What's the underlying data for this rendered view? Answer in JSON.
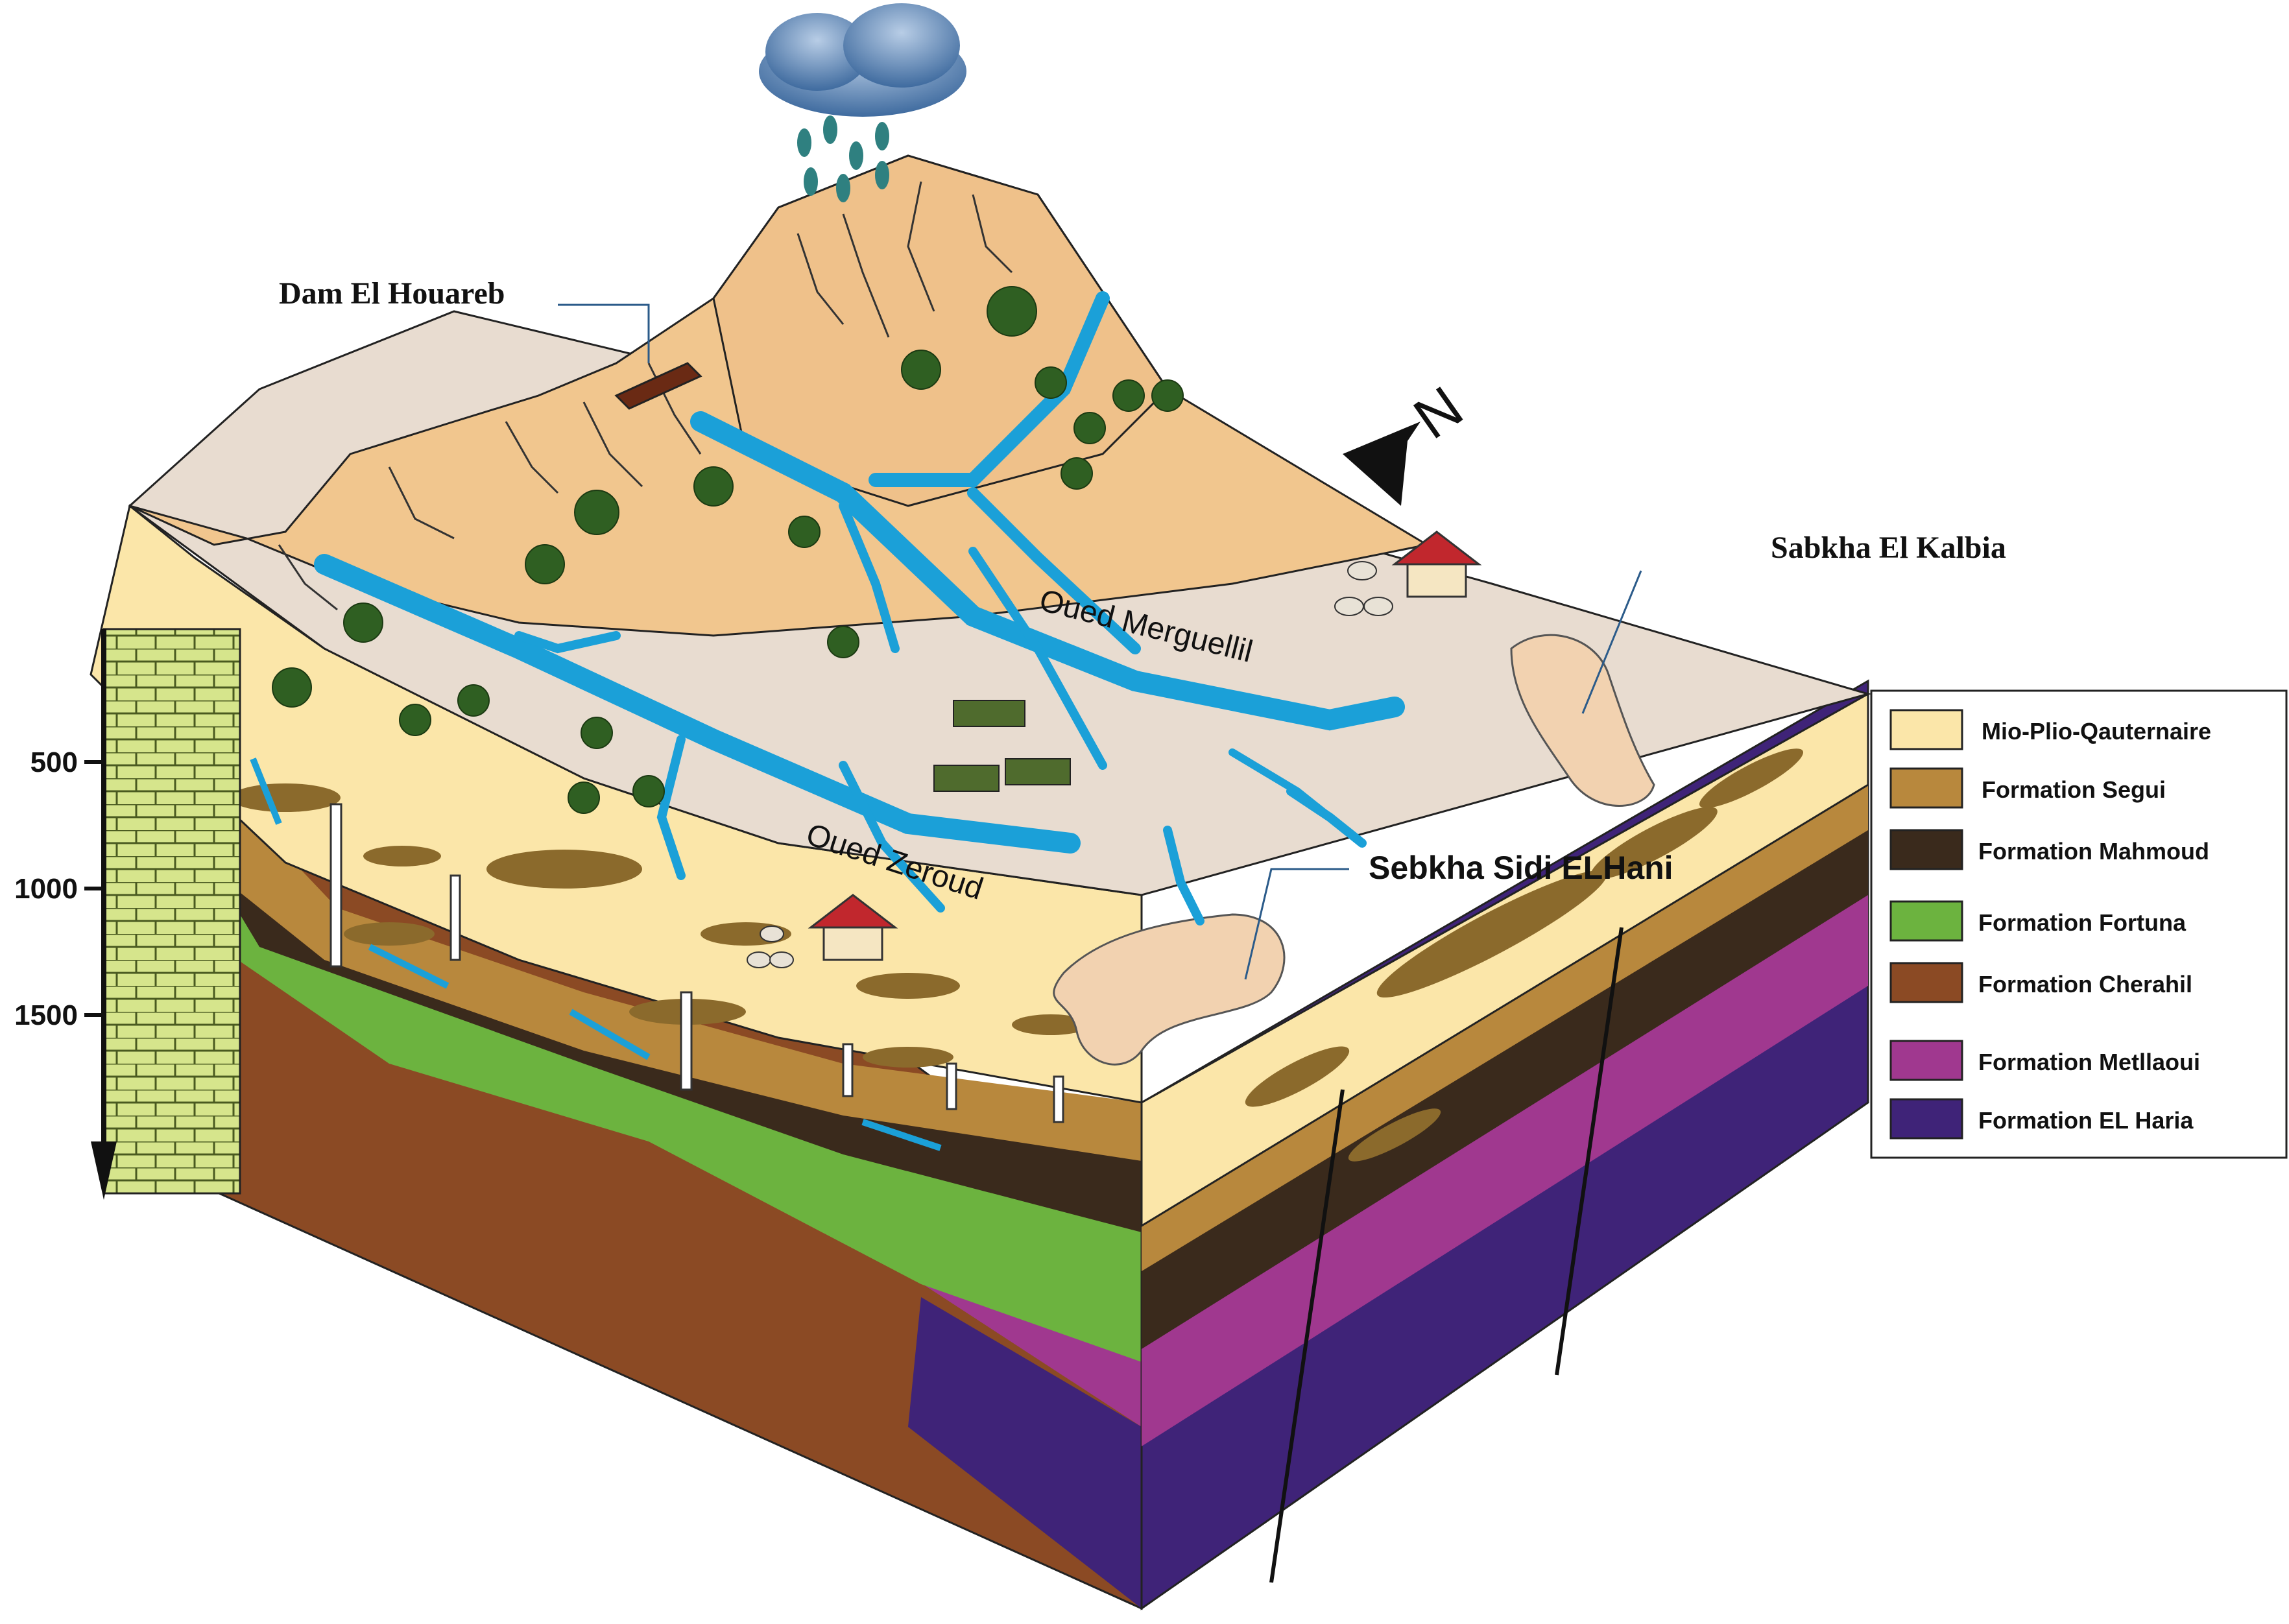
{
  "labels": {
    "dam": "Dam El Houareb",
    "sabkha_kalbia": "Sabkha El Kalbia",
    "sebkha_sidi": "Sebkha Sidi ELHani",
    "oued_merguellil": "Oued Merguellil",
    "oued_zeroud": "Oued Zeroud",
    "north": "N"
  },
  "depth_scale": [
    "500",
    "1000",
    "1500"
  ],
  "legend": [
    {
      "label": "Mio-Plio-Qauternaire",
      "color": "#fbe6a9"
    },
    {
      "label": "Formation Segui",
      "color": "#b8883d"
    },
    {
      "label": "Formation Mahmoud",
      "color": "#3a2a1c"
    },
    {
      "label": "Formation Fortuna",
      "color": "#6cb33f"
    },
    {
      "label": "Formation Cherahil",
      "color": "#8b4a24"
    },
    {
      "label": "Formation Metllaoui",
      "color": "#a0388f"
    },
    {
      "label": "Formation EL Haria",
      "color": "#3f2378"
    }
  ],
  "colors": {
    "river": "#1ba0d8",
    "mountain": "#f1c68e",
    "plain": "#e8dcd0",
    "sabkha": "#f2d2b0",
    "limestone": "#d6e58c"
  }
}
